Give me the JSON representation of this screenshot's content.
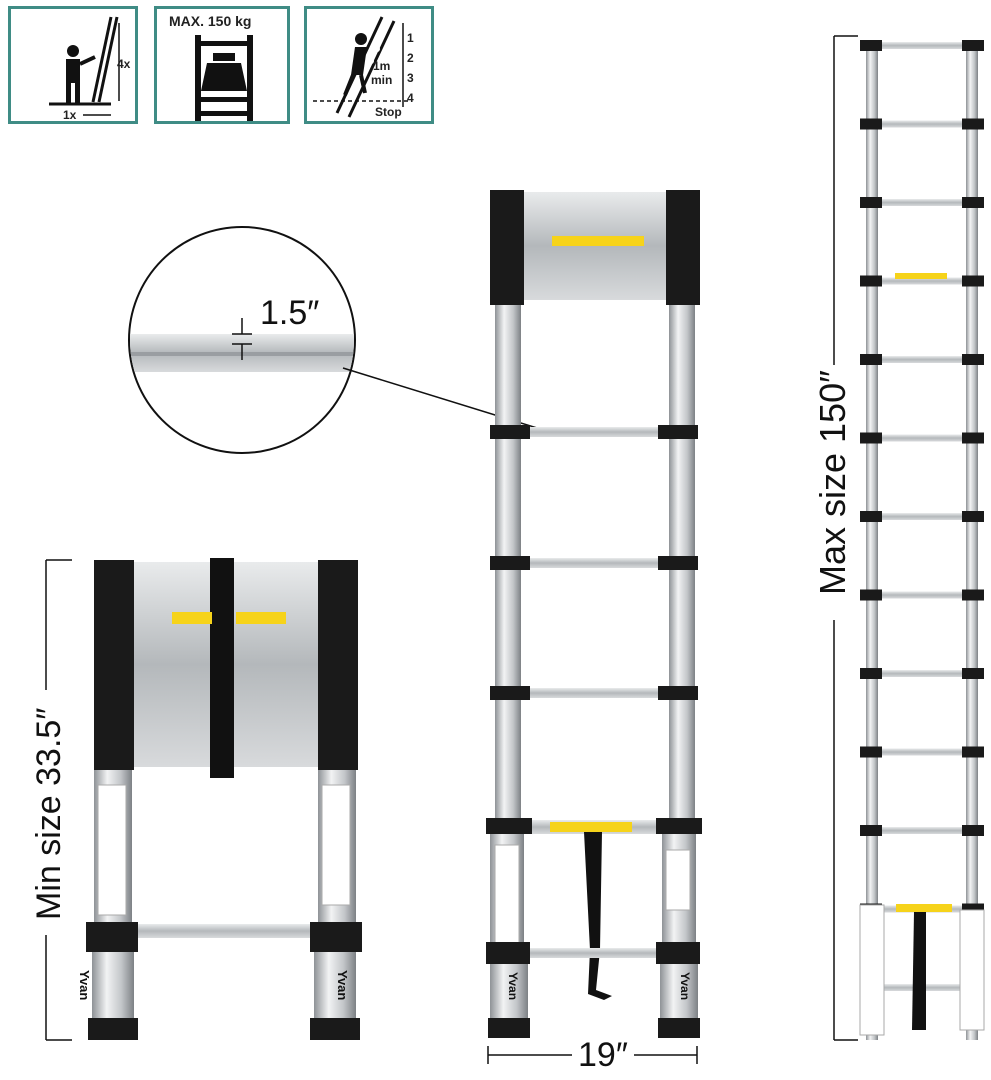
{
  "badges": {
    "height_ratio": {
      "label_height": "4x",
      "label_base": "1x",
      "icon": "ladder-angle-icon"
    },
    "max_load": {
      "label": "MAX. 150 kg",
      "icon": "weight-load-icon"
    },
    "climb": {
      "steps": [
        "1",
        "2",
        "3",
        "4"
      ],
      "label_dist": "1m",
      "label_min": "min",
      "label_stop": "Stop",
      "icon": "climber-icon"
    }
  },
  "callout": {
    "thickness": "1.5″"
  },
  "dimensions": {
    "min_size": "Min size 33.5″",
    "width": "19″",
    "max_size": "Max size 150″"
  },
  "brand": "Yvan",
  "colors": {
    "badge_border": "#3f8c85",
    "aluminium": "#c9cccf",
    "cap": "#1a1a1a",
    "label": "#f6d31a"
  }
}
